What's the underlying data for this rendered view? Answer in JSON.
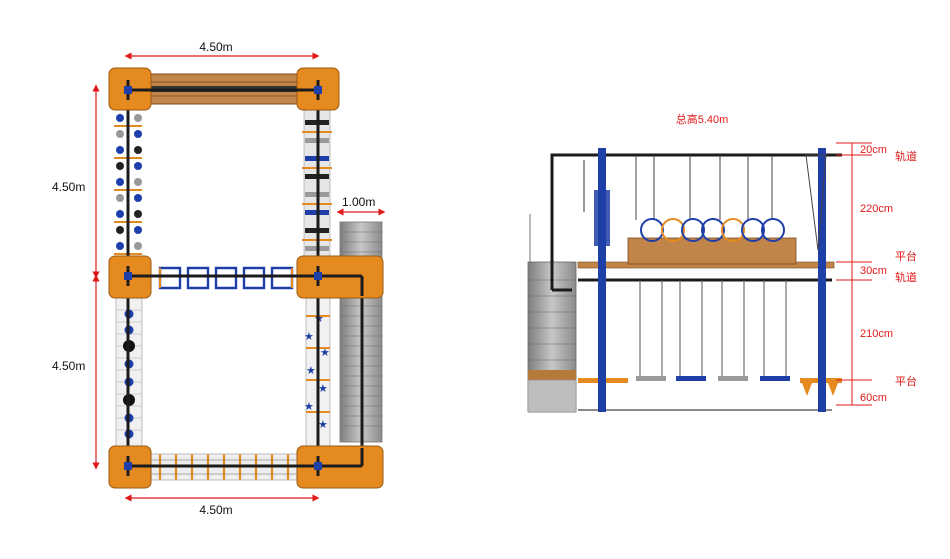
{
  "plan": {
    "top_width": "4.50m",
    "bottom_width": "4.50m",
    "upper_height": "4.50m",
    "lower_height": "4.50m",
    "stair_width": "1.00m"
  },
  "elevation": {
    "total_height": "总高5.40m",
    "seg_top": "20cm",
    "seg_upper": "220cm",
    "seg_platform": "30cm",
    "seg_lower": "210cm",
    "seg_bottom": "60cm",
    "label_track_top": "轨道",
    "label_platform_mid": "平台",
    "label_track_mid": "轨道",
    "label_platform_low": "平台"
  },
  "colors": {
    "dim_red": "#e01919",
    "frame_blue": "#1f3fa8",
    "platform_orange": "#e58a1f",
    "rail_black": "#1b1b1b",
    "wood": "#b5793a",
    "stair_gray": "#9a9a9a"
  }
}
